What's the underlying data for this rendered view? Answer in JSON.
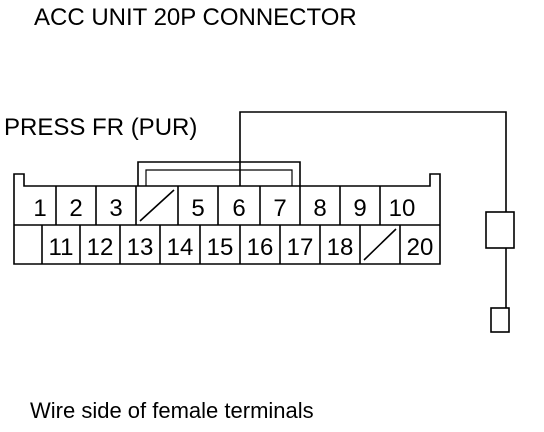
{
  "title": "ACC UNIT 20P CONNECTOR",
  "wire_label": "PRESS FR (PUR)",
  "footer": "Wire side of female terminals",
  "connector": {
    "top_row": [
      "1",
      "2",
      "3",
      "",
      "5",
      "6",
      "7",
      "8",
      "9",
      "10"
    ],
    "bottom_row": [
      "11",
      "12",
      "13",
      "14",
      "15",
      "16",
      "17",
      "18",
      "",
      "20"
    ]
  },
  "colors": {
    "line": "#000000",
    "background": "#ffffff"
  }
}
